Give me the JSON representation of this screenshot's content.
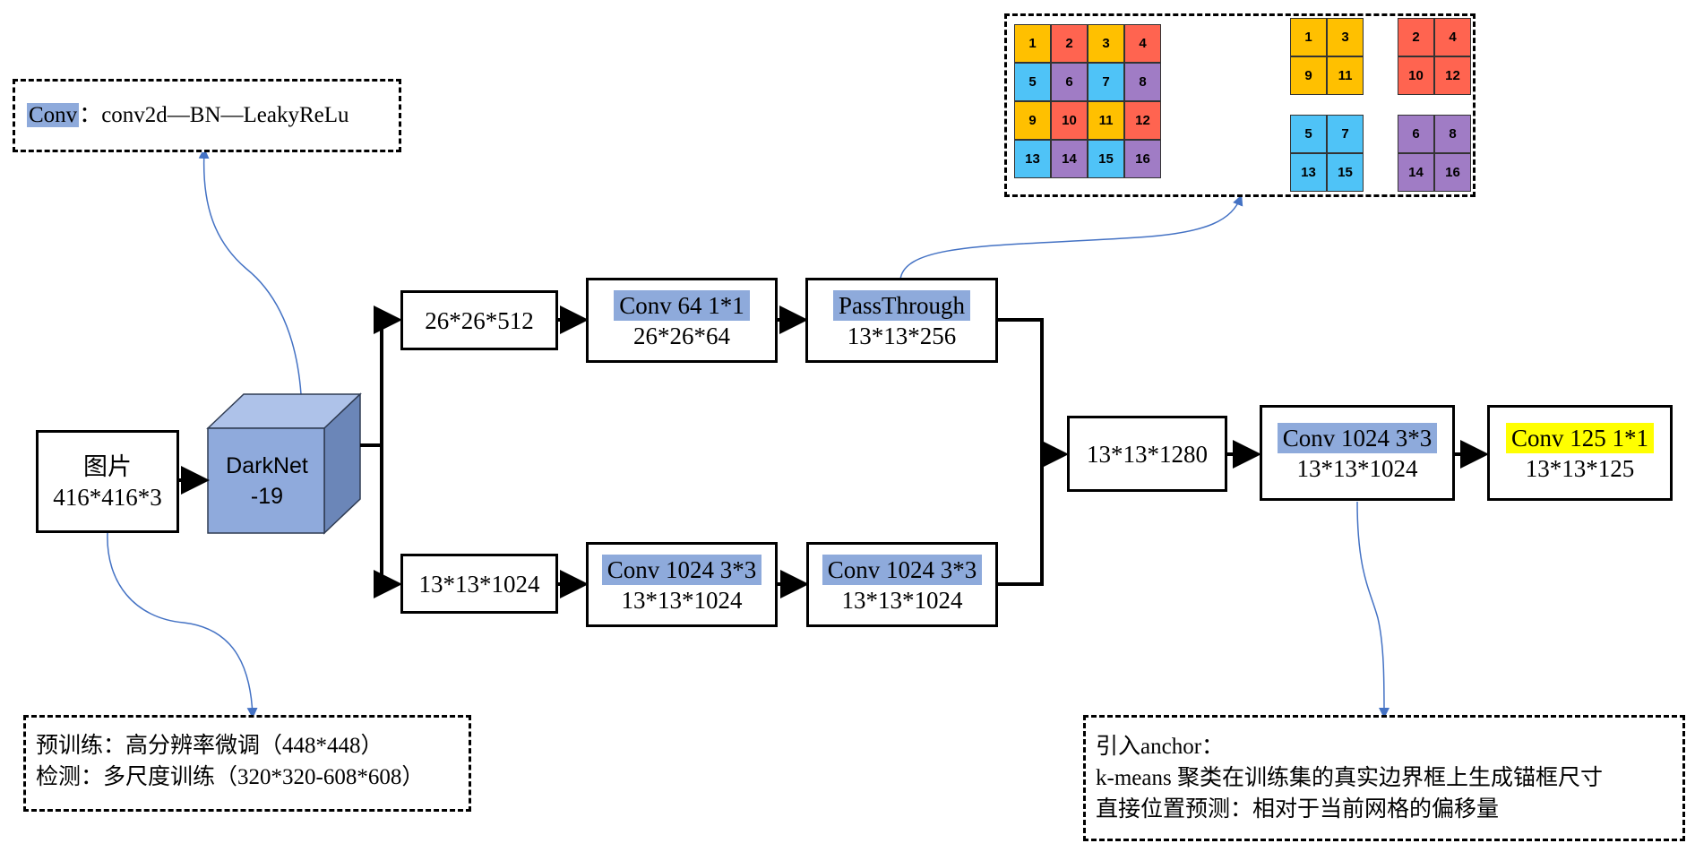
{
  "colors": {
    "orange": "#ffc000",
    "red": "#ff6450",
    "blue": "#4fc3f7",
    "purple": "#a07cc5",
    "cube_front": "#8faadc",
    "cube_top": "#aec2e9",
    "cube_side": "#6b86b8",
    "highlight": "#8eaadb",
    "highlight_yellow": "#ffff00",
    "connector": "#4472c4"
  },
  "input": {
    "line1": "图片",
    "line2": "416*416*3"
  },
  "backbone": {
    "line1": "DarkNet",
    "line2": "-19"
  },
  "conv_note": {
    "highlight": "Conv",
    "text": "：conv2d—BN—LeakyReLu"
  },
  "top_branch": {
    "feature": "26*26*512",
    "conv": {
      "label": "Conv 64 1*1",
      "size": "26*26*64"
    },
    "passthrough": {
      "label": "PassThrough",
      "size": "13*13*256"
    }
  },
  "bottom_branch": {
    "feature": "13*13*1024",
    "conv1": {
      "label": "Conv 1024 3*3",
      "size": "13*13*1024"
    },
    "conv2": {
      "label": "Conv 1024 3*3",
      "size": "13*13*1024"
    }
  },
  "concat": {
    "label": "13*13*1280"
  },
  "head_conv": {
    "label": "Conv 1024 3*3",
    "size": "13*13*1024"
  },
  "output": {
    "label": "Conv 125 1*1",
    "size": "13*13*125"
  },
  "training_note": {
    "line1": "预训练：高分辨率微调（448*448）",
    "line2": "检测：多尺度训练（320*320-608*608）"
  },
  "anchor_note": {
    "line1": "引入anchor：",
    "line2": "k-means 聚类在训练集的真实边界框上生成锚框尺寸",
    "line3": "直接位置预测：相对于当前网格的偏移量"
  },
  "passthrough_grid": {
    "cells": [
      "1",
      "2",
      "3",
      "4",
      "5",
      "6",
      "7",
      "8",
      "9",
      "10",
      "11",
      "12",
      "13",
      "14",
      "15",
      "16"
    ],
    "group_orange": [
      "1",
      "3",
      "9",
      "11"
    ],
    "group_red": [
      "2",
      "4",
      "10",
      "12"
    ],
    "group_blue": [
      "5",
      "7",
      "13",
      "15"
    ],
    "group_purple": [
      "6",
      "8",
      "14",
      "16"
    ]
  }
}
